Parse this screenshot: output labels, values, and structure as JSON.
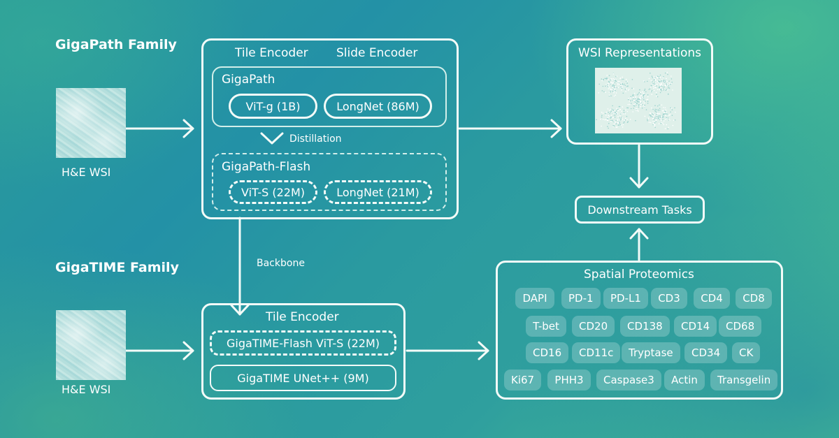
{
  "families": {
    "gigapath": "GigaPath Family",
    "gigatime": "GigaTIME Family"
  },
  "inputs": {
    "top_label": "H&E WSI",
    "bottom_label": "H&E WSI"
  },
  "gigapath_box": {
    "col1": "Tile Encoder",
    "col2": "Slide Encoder",
    "gigapath": {
      "title": "GigaPath",
      "tile": "ViT-g (1B)",
      "slide": "LongNet (86M)"
    },
    "distillation": "Distillation",
    "flash": {
      "title": "GigaPath-Flash",
      "tile": "ViT-S (22M)",
      "slide": "LongNet (21M)"
    }
  },
  "backbone": "Backbone",
  "gigatime_box": {
    "title": "Tile Encoder",
    "flash": "GigaTIME-Flash ViT-S (22M)",
    "unet": "GigaTIME UNet++ (9M)"
  },
  "wsi_representations": "WSI Representations",
  "downstream": "Downstream Tasks",
  "proteomics": {
    "title": "Spatial Proteomics",
    "rows": [
      [
        "DAPI",
        "PD-1",
        "PD-L1",
        "CD3",
        "CD4",
        "CD8"
      ],
      [
        "T-bet",
        "CD20",
        "CD138",
        "CD14",
        "CD68"
      ],
      [
        "CD16",
        "CD11c",
        "Tryptase",
        "CD34",
        "CK"
      ],
      [
        "Ki67",
        "PHH3",
        "Caspase3",
        "Actin",
        "Transgelin"
      ]
    ]
  }
}
